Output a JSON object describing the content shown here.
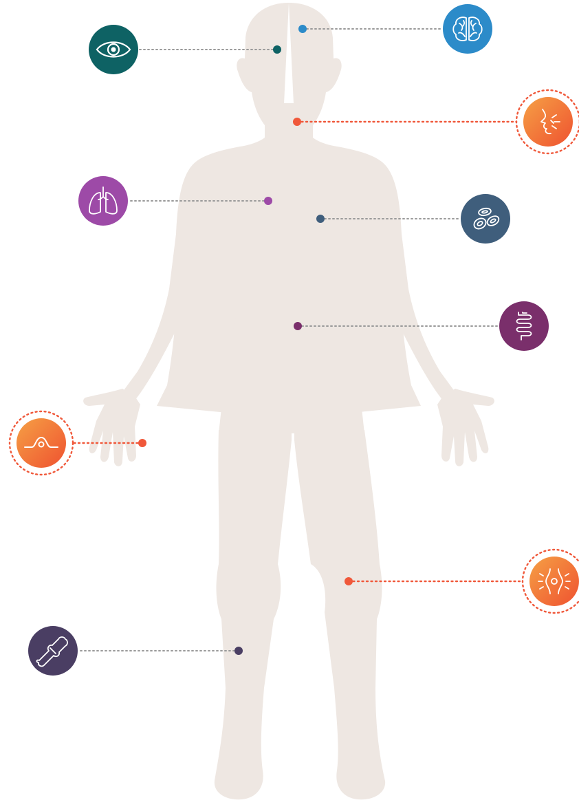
{
  "colors": {
    "background": "#ffffff",
    "body_silhouette": "#EEE7E2",
    "connector_gray": "#9A9A9A",
    "highlight_orange": "#F0583A",
    "gradient_start": "#F5A045",
    "gradient_end": "#EF5230",
    "icon_stroke": "#ffffff"
  },
  "body_silhouette": {
    "icon": "human-body-silhouette",
    "color": "#EEE7E2"
  },
  "markers": [
    {
      "id": "brain",
      "icon": "brain-icon",
      "color": "#2C8BC9",
      "highlighted": false
    },
    {
      "id": "eye",
      "icon": "eye-icon",
      "color": "#0E6264",
      "highlighted": false
    },
    {
      "id": "mouth",
      "icon": "mouth-nerve-icon",
      "color": "#F0583A",
      "highlighted": true
    },
    {
      "id": "lungs",
      "icon": "lungs-icon",
      "color": "#9D4AA7",
      "highlighted": false
    },
    {
      "id": "blood",
      "icon": "blood-cells-icon",
      "color": "#3F5E7C",
      "highlighted": false
    },
    {
      "id": "intestine",
      "icon": "intestine-icon",
      "color": "#7A2F6B",
      "highlighted": false
    },
    {
      "id": "skin",
      "icon": "skin-lump-icon",
      "color": "#F0583A",
      "highlighted": true
    },
    {
      "id": "knee",
      "icon": "knee-joint-pain-icon",
      "color": "#F0583A",
      "highlighted": true
    },
    {
      "id": "bone",
      "icon": "bone-joint-icon",
      "color": "#4A3E63",
      "highlighted": false
    }
  ]
}
